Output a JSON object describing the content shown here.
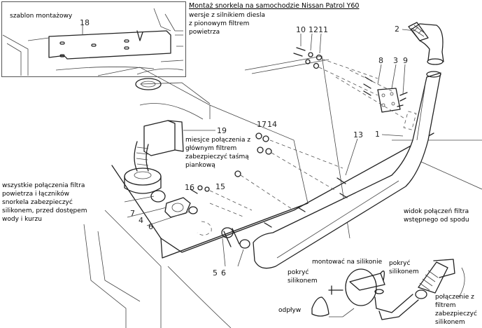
{
  "title": "Montaż snorkela na samochodzie Nissan Patrol Y60",
  "subtitle": "wersje z silnikiem diesla\nz pionowym filtrem\npowietrza",
  "inset": {
    "label": "szablon montażowy",
    "part": "18"
  },
  "notes": {
    "foam_tape": "miesjce połączenia z\ngłównym filtrem\nzabezpieczyć taśmą\npiankową",
    "all_joints": "wszystkie połączenia filtra\npowietrza i łączników\nsnorkela zabezpieczyć\nsilikonem, przed dostępem\nwody i kurzu",
    "bottom_view": "widok połączeń filtra\nwstępnego od spodu",
    "mount_silicone": "montować na silikonie",
    "cover_silicone_left": "pokryć\nsilikonem",
    "cover_silicone_right": "pokryć\nsilikonem",
    "drain": "odpływ",
    "filter_connection": "połączenie z\nfiltrem\nzabezpieczyć\nsilikonem"
  },
  "parts": {
    "p1": "1",
    "p2": "2",
    "p3": "3",
    "p4": "4",
    "p5": "5",
    "p6a": "6",
    "p6b": "6",
    "p7": "7",
    "p8": "8",
    "p9": "9",
    "p10": "10",
    "p11": "11",
    "p12": "12",
    "p13": "13",
    "p14": "14",
    "p15": "15",
    "p16": "16",
    "p17": "17",
    "p19": "19"
  }
}
